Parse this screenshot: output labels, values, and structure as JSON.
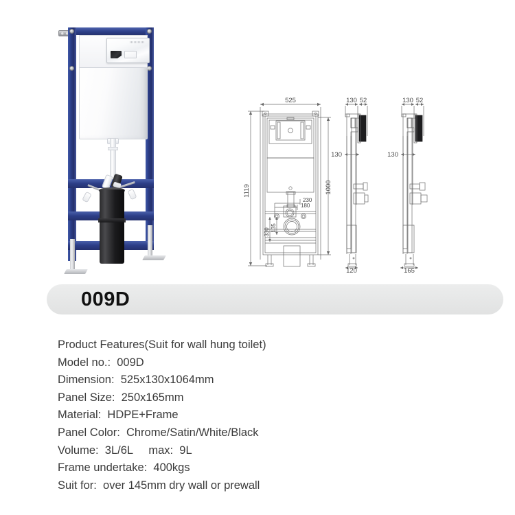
{
  "product": {
    "banner_title": "009D",
    "photo_alt": "concealed-cistern-frame-photo"
  },
  "specs": {
    "heading": "Product Features(Suit for wall hung toilet)",
    "items": [
      {
        "label": "Model no.",
        "value": "009D",
        "text": "Model no.:  009D"
      },
      {
        "label": "Dimension",
        "value": "525x130x1064mm",
        "text": "Dimension:  525x130x1064mm"
      },
      {
        "label": "Panel Size",
        "value": "250x165mm",
        "text": "Panel Size:  250x165mm"
      },
      {
        "label": "Material",
        "value": "HDPE+Frame",
        "text": "Material:  HDPE+Frame"
      },
      {
        "label": "Panel Color",
        "value": "Chrome/Satin/White/Black",
        "text": "Panel Color:  Chrome/Satin/White/Black"
      },
      {
        "label": "Volume",
        "value": "3L/6L    max:  9L",
        "text": "Volume:  3L/6L     max:  9L"
      },
      {
        "label": "Frame undertake",
        "value": "400kgs",
        "text": "Frame undertake:  400kgs"
      },
      {
        "label": "Suit for",
        "value": "over 145mm dry wall or prewall",
        "text": "Suit for:  over 145mm dry wall or prewall"
      }
    ]
  },
  "drawings": {
    "front_view": {
      "name": "front-view",
      "dimensions": {
        "width_top": "525",
        "height_overall": "1119",
        "height_inner": "1000",
        "outlet_height": "330",
        "outlet_small": "135",
        "inlet_upper": "230",
        "inlet_lower": "180"
      }
    },
    "side_view_left": {
      "name": "side-view-a",
      "dimensions": {
        "depth": "130",
        "panel_offset": "52",
        "mid_height": "130",
        "foot_depth": "120"
      }
    },
    "side_view_right": {
      "name": "side-view-b",
      "dimensions": {
        "depth": "130",
        "panel_offset": "52",
        "mid_height": "130",
        "foot_depth": "165"
      }
    }
  },
  "colors": {
    "frame_blue": "#2b3d86",
    "banner_gray": "#e8e9e9",
    "text_gray": "#3a3a3a",
    "drawing_line": "#6b6b6b"
  }
}
